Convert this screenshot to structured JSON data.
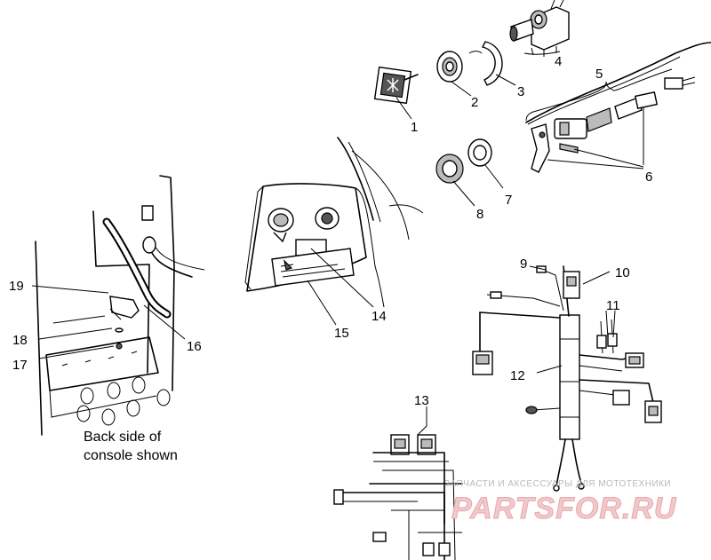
{
  "callouts": {
    "c1": "1",
    "c2": "2",
    "c3": "3",
    "c4": "4",
    "c5": "5",
    "c6": "6",
    "c7": "7",
    "c8": "8",
    "c9": "9",
    "c10": "10",
    "c11": "11",
    "c12": "12",
    "c13": "13",
    "c14": "14",
    "c15": "15",
    "c16": "16",
    "c17": "17",
    "c18": "18",
    "c19": "19"
  },
  "caption": {
    "line1": "Back side of",
    "line2": "console shown"
  },
  "watermark": {
    "tagline": "ЗАПЧАСТИ И АКСЕССУАРЫ ДЛЯ МОТОТЕХНИКИ",
    "brand": "PARTSFOR.RU"
  }
}
